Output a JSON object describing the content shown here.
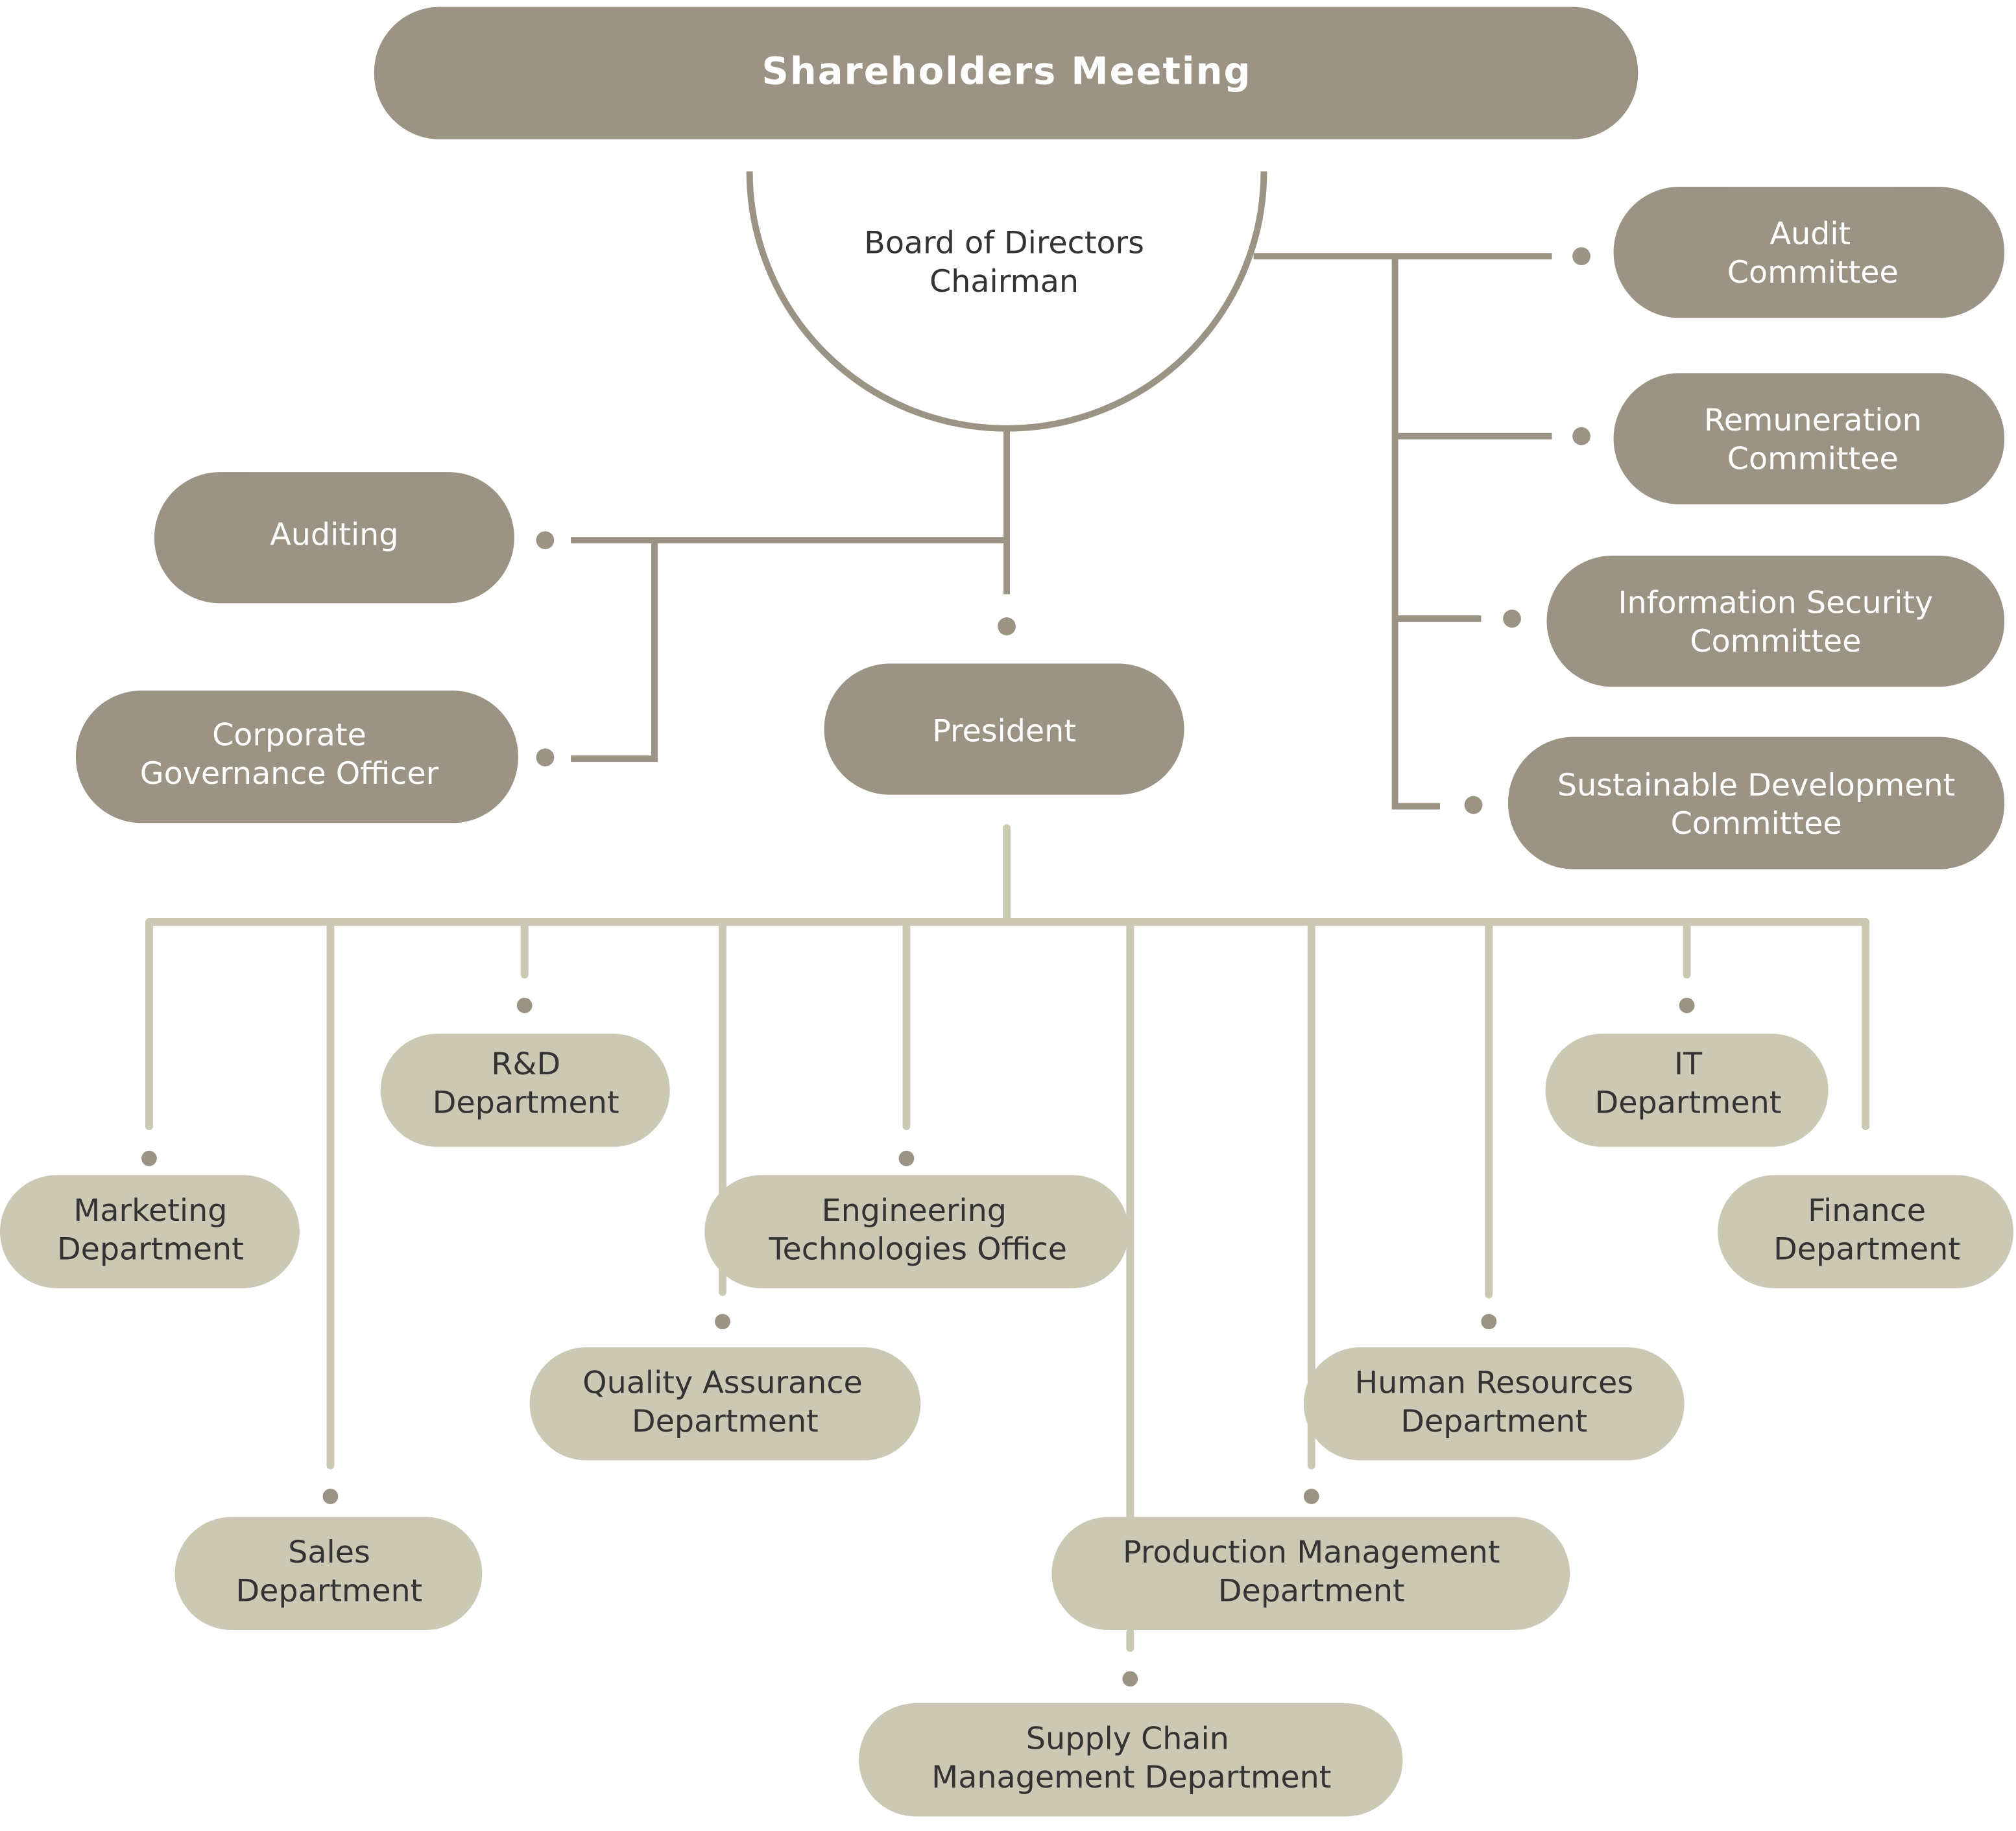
{
  "colors": {
    "dark_node": "#9b9383",
    "light_node": "#cbc8b4",
    "dark_text": "#333333"
  },
  "top": {
    "shareholders": "Shareholders Meeting"
  },
  "board": {
    "line1": "Board of Directors",
    "line2": "Chairman"
  },
  "left": {
    "auditing": "Auditing",
    "cgo": [
      "Corporate",
      "Governance Officer"
    ]
  },
  "president": "President",
  "committees": [
    [
      "Audit",
      "Committee"
    ],
    [
      "Remuneration",
      "Committee"
    ],
    [
      "Information Security",
      "Committee"
    ],
    [
      "Sustainable Development",
      "Committee"
    ]
  ],
  "departments": {
    "marketing": [
      "Marketing",
      "Department"
    ],
    "sales": [
      "Sales",
      "Department"
    ],
    "rd": [
      "R&D",
      "Department"
    ],
    "qa": [
      "Quality Assurance",
      "Department"
    ],
    "eng": [
      "Engineering",
      "Technologies Office"
    ],
    "production": [
      "Production Management",
      "Department"
    ],
    "supply": [
      "Supply Chain",
      "Management Department"
    ],
    "hr": [
      "Human Resources",
      "Department"
    ],
    "it": [
      "IT",
      "Department"
    ],
    "finance": [
      "Finance",
      "Department"
    ]
  }
}
